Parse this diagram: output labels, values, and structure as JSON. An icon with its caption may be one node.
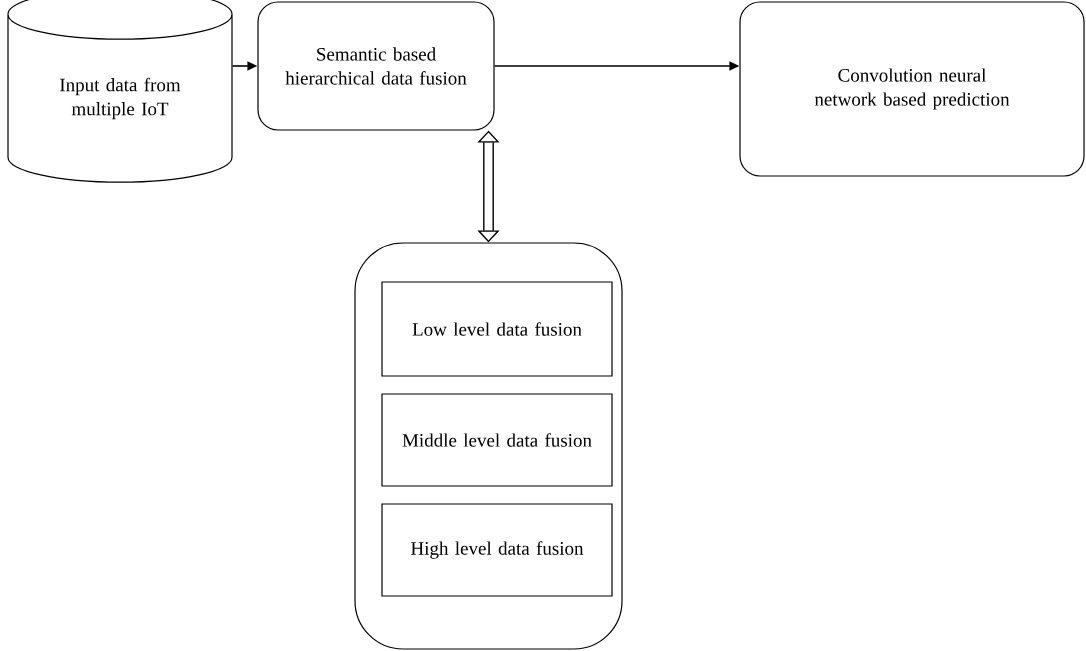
{
  "diagram": {
    "nodes": [
      {
        "text": [
          "Input data from multiple IoT"
        ]
      },
      {
        "text": [
          "Semantic based hierarchical data fusion"
        ]
      },
      {
        "text": [
          "Convolution neural network based prediction"
        ]
      },
      {
        "text": [],
        "shape": "box"
      },
      {
        "text": [
          "Low level data fusion"
        ],
        "in": 3
      },
      {
        "text": [
          "Middle level data fusion"
        ],
        "in": 3
      },
      {
        "text": [
          "High level data fusion"
        ],
        "in": 3
      }
    ],
    "edges": [
      {
        "from": 0,
        "to": 1,
        "arrow": "to"
      },
      {
        "from": 1,
        "to": 2,
        "arrow": "to"
      },
      {
        "from": 1,
        "to": 3,
        "arrow": "both",
        "style": "thick"
      }
    ]
  }
}
